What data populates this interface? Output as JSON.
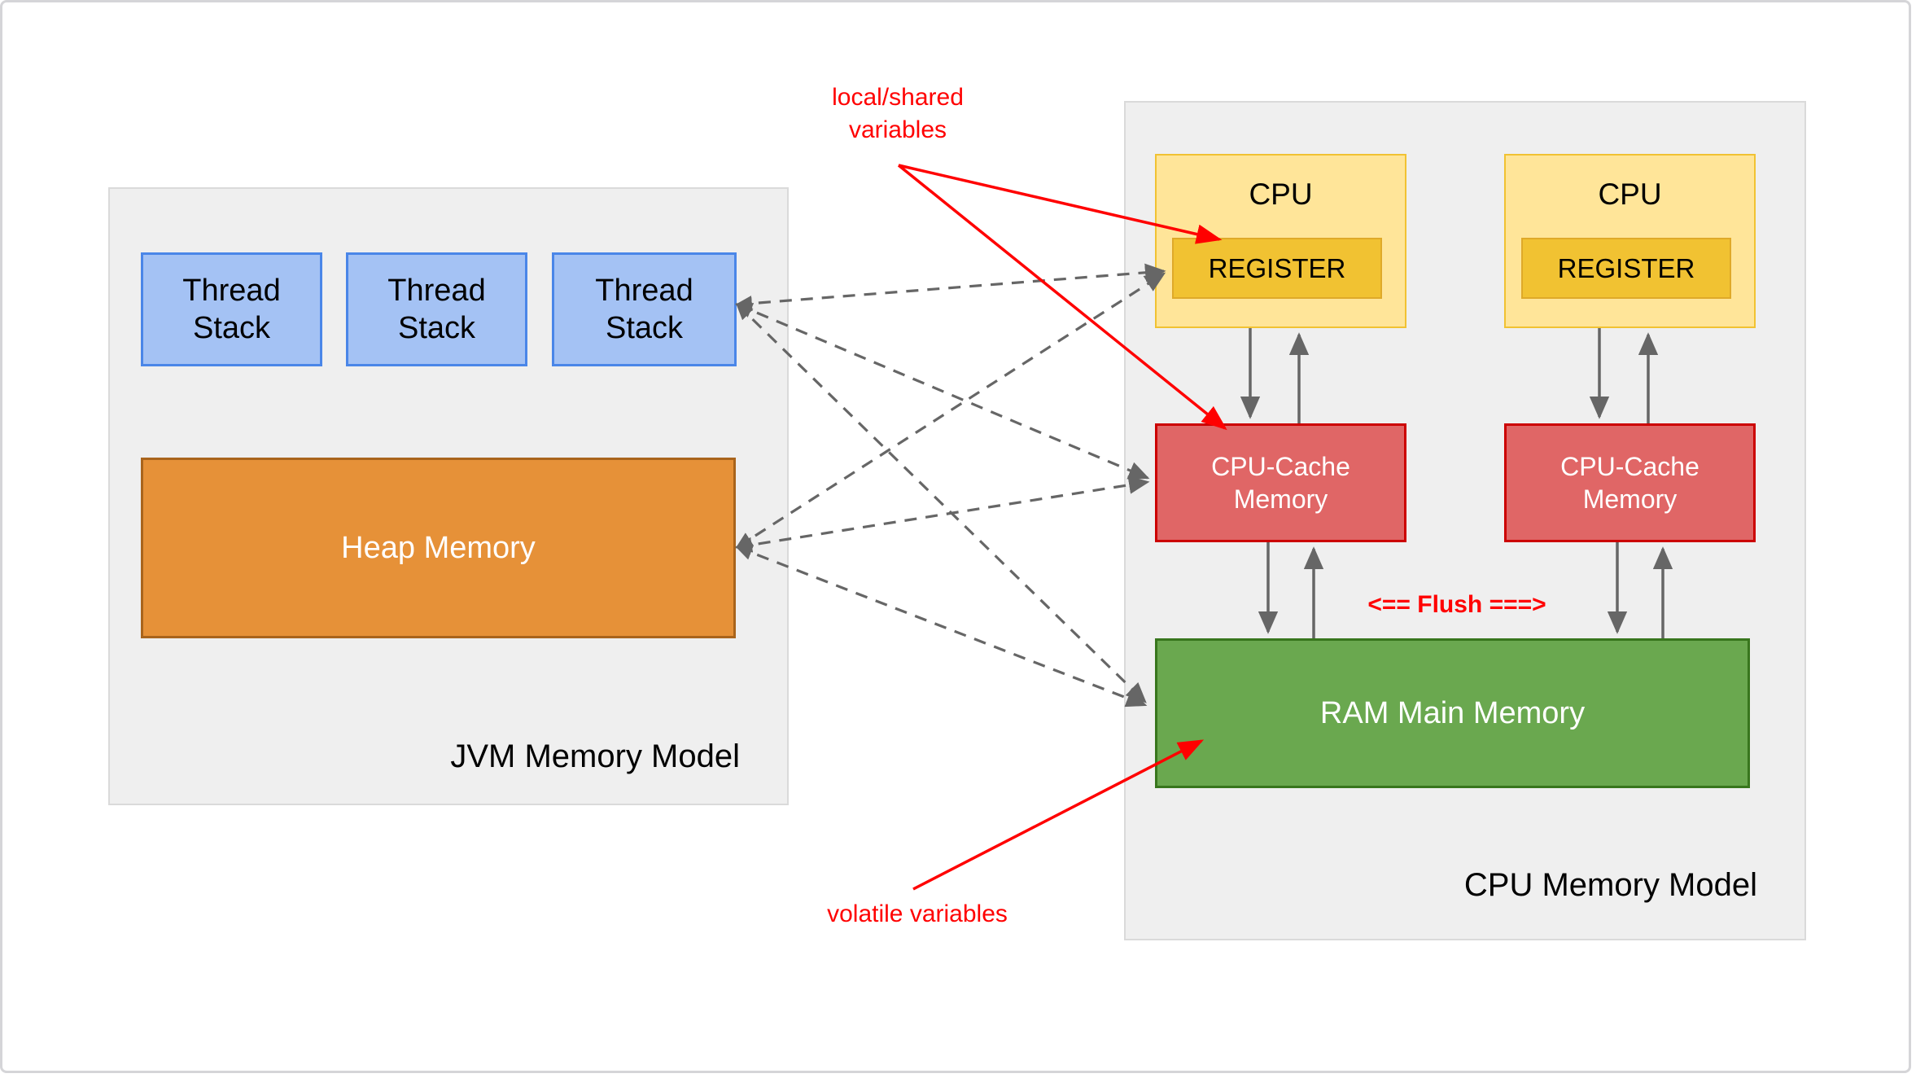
{
  "canvas": {
    "background": "#ffffff",
    "frame_border": "#d5d5d8"
  },
  "jvm_panel": {
    "label": "JVM Memory Model",
    "background": "#efefef",
    "thread_fill": "#a4c2f4",
    "thread_border": "#4a86e8",
    "thread_stacks": [
      {
        "label": "Thread Stack"
      },
      {
        "label": "Thread Stack"
      },
      {
        "label": "Thread Stack"
      }
    ],
    "heap": {
      "label": "Heap Memory",
      "fill": "#e69138",
      "border": "#a9641c"
    }
  },
  "cpu_panel": {
    "label": "CPU Memory Model",
    "background": "#efefef",
    "cpu_fill": "#ffe599",
    "cpu_border": "#f1c232",
    "register_fill": "#f1c232",
    "cache_fill": "#e06666",
    "cache_border": "#cc0000",
    "cpus": [
      {
        "title": "CPU",
        "register_label": "REGISTER"
      },
      {
        "title": "CPU",
        "register_label": "REGISTER"
      }
    ],
    "caches": [
      {
        "label": "CPU-Cache Memory"
      },
      {
        "label": "CPU-Cache Memory"
      }
    ],
    "ram": {
      "label": "RAM Main Memory",
      "fill": "#6aa84f",
      "border": "#38761d"
    }
  },
  "annotations": {
    "local_shared": {
      "text": "local/shared variables",
      "color": "#ff0000"
    },
    "volatile": {
      "text": "volatile variables",
      "color": "#ff0000"
    },
    "flush": {
      "text": "<== Flush ===>",
      "color": "#ff0000"
    }
  },
  "colors": {
    "dashed_arrow": "#666666",
    "solid_arrow": "#666666",
    "red_arrow": "#ff0000"
  }
}
